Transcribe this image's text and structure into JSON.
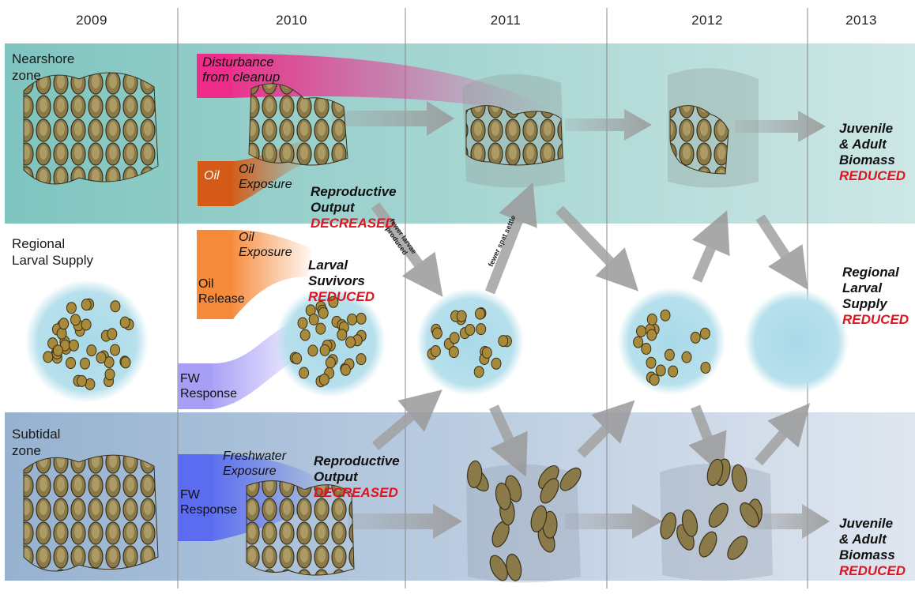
{
  "years": [
    "2009",
    "2010",
    "2011",
    "2012",
    "2013"
  ],
  "zones": {
    "nearshore": "Nearshore\nzone",
    "regional": "Regional\nLarval Supply",
    "subtidal": "Subtidal\nzone"
  },
  "stressors": {
    "disturbance": "Disturbance\nfrom cleanup",
    "oil_box": "Oil",
    "oil_exposure_top": "Oil\nExposure",
    "oil_release": "Oil\nRelease",
    "oil_exposure_mid": "Oil\nExposure",
    "fw_response_mid": "FW\nResponse",
    "fw_response_low": "FW\nResponse",
    "freshwater_exposure": "Freshwater\nExposure"
  },
  "effects": {
    "repro_top": "Reproductive\nOutput",
    "repro_top_status": "DECREASED",
    "larval_survivors": "Larval\nSuvivors",
    "larval_status": "REDUCED",
    "repro_low": "Reproductive\nOutput",
    "repro_low_status": "DECREASED"
  },
  "arrow_labels": {
    "fewer_larvae": "fewer larvae\nproduced",
    "fewer_spat": "fewer spat settle"
  },
  "outcomes": {
    "nearshore_text": "Juvenile\n& Adult\nBiomass",
    "nearshore_status": "REDUCED",
    "regional_text": "Regional\nLarval\nSupply",
    "regional_status": "REDUCED",
    "subtidal_text": "Juvenile\n& Adult\nBiomass",
    "subtidal_status": "REDUCED"
  },
  "colors": {
    "nearshore_band": "#8fcbc6",
    "subtidal_band": "#a7bdd6",
    "disturbance": "#ee2c8a",
    "oil": "#d55a17",
    "oil_release": "#f58a3a",
    "fw_mid": "#a79ef5",
    "fw_low": "#5b6cf0",
    "arrow": "#9a9a9a",
    "larval_pool": "#a9d9e8",
    "status_red": "#e0141e"
  }
}
